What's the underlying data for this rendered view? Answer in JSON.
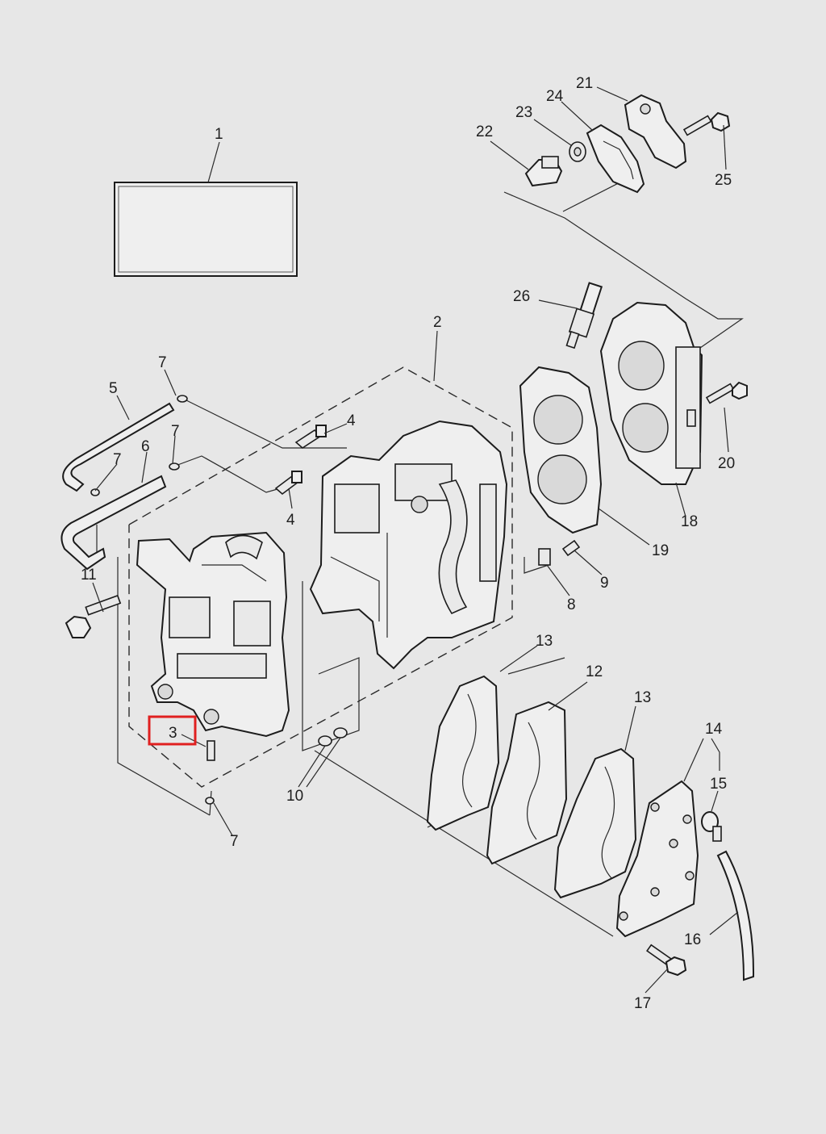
{
  "diagram": {
    "callouts": [
      "1",
      "2",
      "3",
      "4",
      "4",
      "5",
      "6",
      "7",
      "7",
      "7",
      "7",
      "8",
      "9",
      "10",
      "11",
      "12",
      "13",
      "13",
      "14",
      "15",
      "16",
      "17",
      "18",
      "19",
      "20",
      "21",
      "22",
      "23",
      "24",
      "25",
      "26"
    ],
    "highlight": {
      "label": "3",
      "color": "#e02020"
    },
    "colors": {
      "background": "#e7e7e7",
      "line": "#2a2a2a"
    }
  }
}
